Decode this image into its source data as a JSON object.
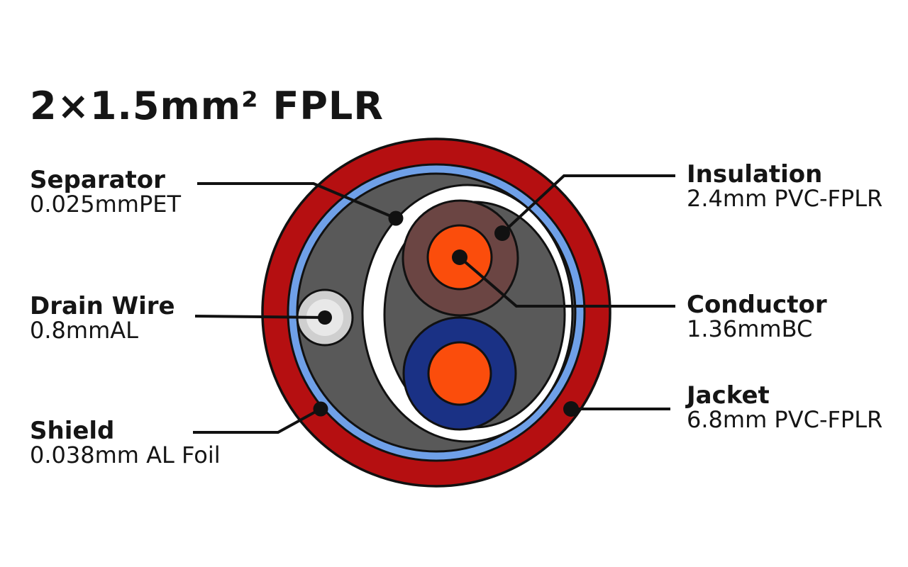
{
  "title": "2×1.5mm² FPLR",
  "callouts": {
    "separator": {
      "name": "Separator",
      "spec": "0.025mmPET"
    },
    "drain_wire": {
      "name": "Drain Wire",
      "spec": "0.8mmAL"
    },
    "shield": {
      "name": "Shield",
      "spec": "0.038mm AL Foil"
    },
    "insulation": {
      "name": "Insulation",
      "spec": "2.4mm PVC-FPLR"
    },
    "conductor": {
      "name": "Conductor",
      "spec": "1.36mmBC"
    },
    "jacket": {
      "name": "Jacket",
      "spec": "6.8mm PVC-FPLR"
    }
  },
  "colors": {
    "jacket_red": "#B50F11",
    "shield_blue": "#6FA0E8",
    "filler_gray": "#595959",
    "separator_white": "#FFFFFF",
    "insulation_maroon": "#6B4543",
    "conductor_orange": "#FB4D0C",
    "insulation_navy": "#1A3185",
    "drain_gray": "#CFCFCF",
    "drain_inner_gray": "#E8E8E8",
    "outline_black": "#111111",
    "text_black": "#151515"
  }
}
